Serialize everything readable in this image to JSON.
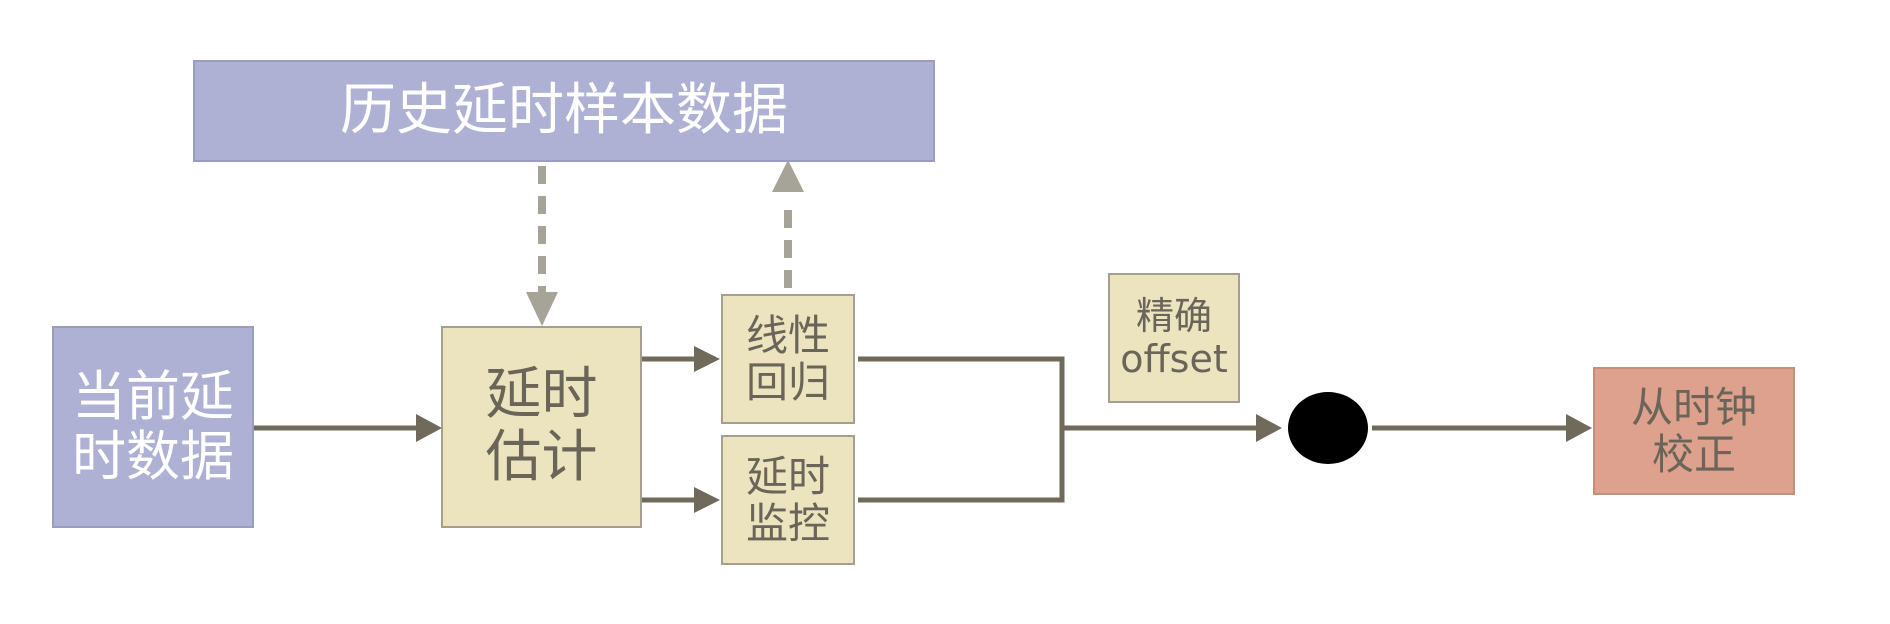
{
  "nodes": {
    "history": "历史延时样本数据",
    "current": "当前延\n时数据",
    "estimate": "延时\n估计",
    "linear": "线性\n回归",
    "monitor": "延时\n监控",
    "offset": "精确\noffset",
    "correction": "从时钟\n校正"
  },
  "colors": {
    "purple": "#aeb0d4",
    "beige": "#ebe4bf",
    "salmon": "#dea18d",
    "line": "#6f6a5a",
    "dashed": "#a6a398",
    "dot": "#000000"
  }
}
